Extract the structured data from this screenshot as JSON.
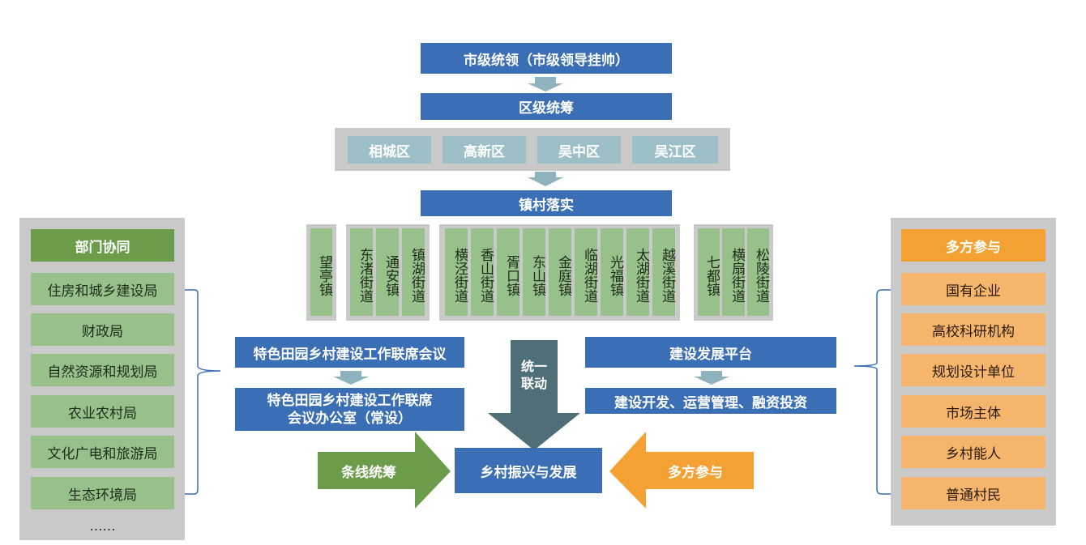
{
  "top": {
    "city": "市级统领（市级领导挂帅）",
    "district_level": "区级统筹",
    "districts": [
      "相城区",
      "高新区",
      "吴中区",
      "吴江区"
    ],
    "town_level": "镇村落实"
  },
  "towns": [
    "望亭镇",
    "东渚街道",
    "通安镇",
    "镇湖街道",
    "横泾街道",
    "香山街道",
    "胥口镇",
    "东山镇",
    "金庭镇",
    "临湖街道",
    "光福镇",
    "太湖街道",
    "越溪街道",
    "七都镇",
    "横扇街道",
    "松陵街道"
  ],
  "left_panel": {
    "title": "部门协同",
    "items": [
      "住房和城乡建设局",
      "财政局",
      "自然资源和规划局",
      "农业农村局",
      "文化广电和旅游局",
      "生态环境局"
    ],
    "more": "……"
  },
  "right_panel": {
    "title": "多方参与",
    "items": [
      "国有企业",
      "高校科研机构",
      "规划设计单位",
      "市场主体",
      "乡村能人",
      "普通村民"
    ]
  },
  "center": {
    "meeting": "特色田园乡村建设工作联席会议",
    "office_line1": "特色田园乡村建设工作联席",
    "office_line2": "会议办公室（常设）",
    "platform": "建设发展平台",
    "platform_sub": "建设开发、运营管理、融资投资",
    "linkage_line1": "统一",
    "linkage_line2": "联动",
    "goal": "乡村振兴与发展",
    "left_arrow": "条线统筹",
    "right_arrow": "多方参与"
  },
  "colors": {
    "blue": "#3a6fb5",
    "green_dark": "#6a9c4a",
    "green_light": "#98c08a",
    "orange": "#f4a133",
    "orange_light": "#f6b56d",
    "teal_arrow": "#4e6f78",
    "gray_panel": "#c9c9c9"
  }
}
